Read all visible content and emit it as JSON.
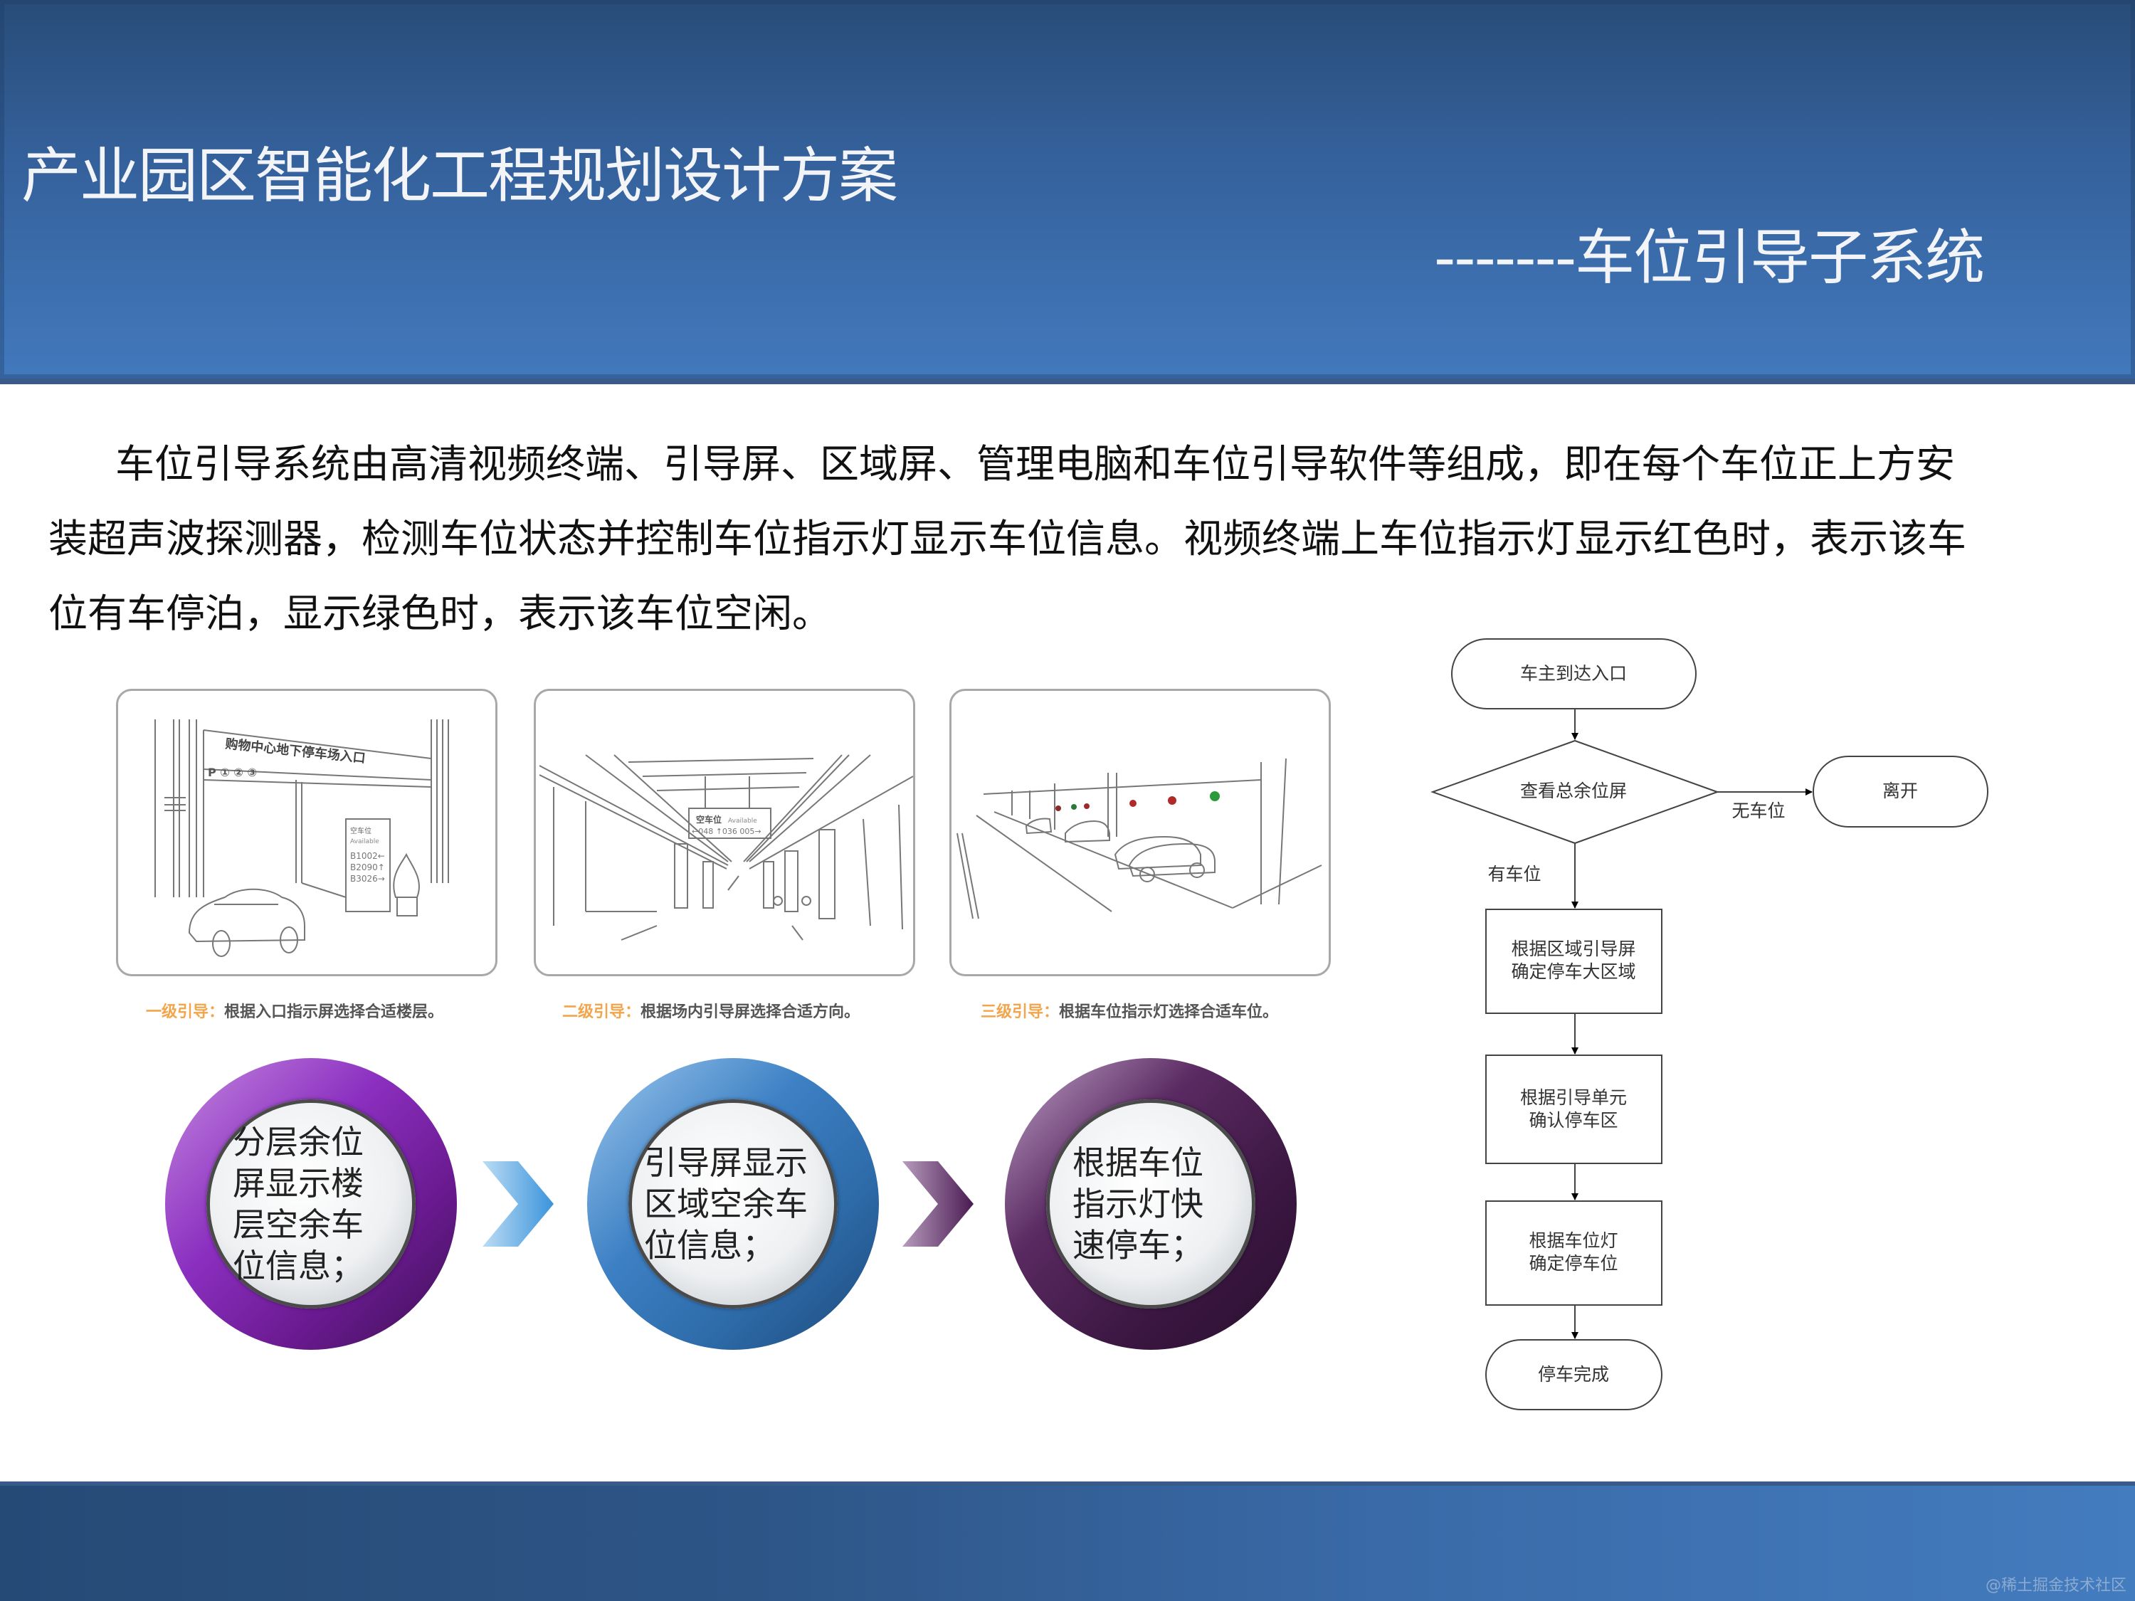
{
  "header": {
    "title": "产业园区智能化工程规划设计方案",
    "subtitle": "-------车位引导子系统",
    "colors": {
      "top": "#284c78",
      "bottom": "#4279bd",
      "text": "#f2f4f8"
    }
  },
  "body": {
    "paragraph_lines": [
      "车位引导系统由高清视频终端、引导屏、区域屏、管理电脑和车位引导软件等组成，即在每个车位正上方安",
      "装超声波探测器，检测车位状态并控制车位指示灯显示车位信息。视频终端上车位指示灯显示红色时，表示该车",
      "位有车停泊，显示绿色时，表示该车位空闲。"
    ]
  },
  "illustrations": [
    {
      "level_label": "一级引导",
      "separator": "：",
      "description": "根据入口指示屏选择合适楼层。",
      "scene_sign": "购物中心地下停车场入口",
      "board_title": "空车位",
      "board_subtitle": "Available",
      "board_rows": [
        "B1002←",
        "B2090↑",
        "B3026→"
      ]
    },
    {
      "level_label": "二级引导",
      "separator": "：",
      "description": "根据场内引导屏选择合适方向。",
      "board_title": "空车位",
      "board_subtitle": "Available",
      "board_row": "←048 ↑036 005→"
    },
    {
      "level_label": "三级引导",
      "separator": "：",
      "description": "根据车位指示灯选择合适车位。"
    }
  ],
  "steps": [
    {
      "text": "分层余位屏显示楼层空余车位信息；",
      "ring_color": "#8b2fc0"
    },
    {
      "text": "引导屏显示区域空余车位信息；",
      "ring_color": "#3d80c4"
    },
    {
      "text": "根据车位指示灯快速停车；",
      "ring_color": "#4a1e52"
    }
  ],
  "step_arrows": [
    {
      "icon": "chevron-right-icon",
      "color": "#4aa0e0"
    },
    {
      "icon": "chevron-right-icon",
      "color": "#5a2a62"
    }
  ],
  "flowchart": {
    "start": "车主到达入口",
    "decision": "查看总余位屏",
    "no_label": "无车位",
    "leave": "离开",
    "yes_label": "有车位",
    "step1_line1": "根据区域引导屏",
    "step1_line2": "确定停车大区域",
    "step2_line1": "根据引导单元",
    "step2_line2": "确认停车区",
    "step3_line1": "根据车位灯",
    "step3_line2": "确定停车位",
    "end": "停车完成"
  },
  "footer": {
    "watermark": "@稀土掘金技术社区"
  }
}
